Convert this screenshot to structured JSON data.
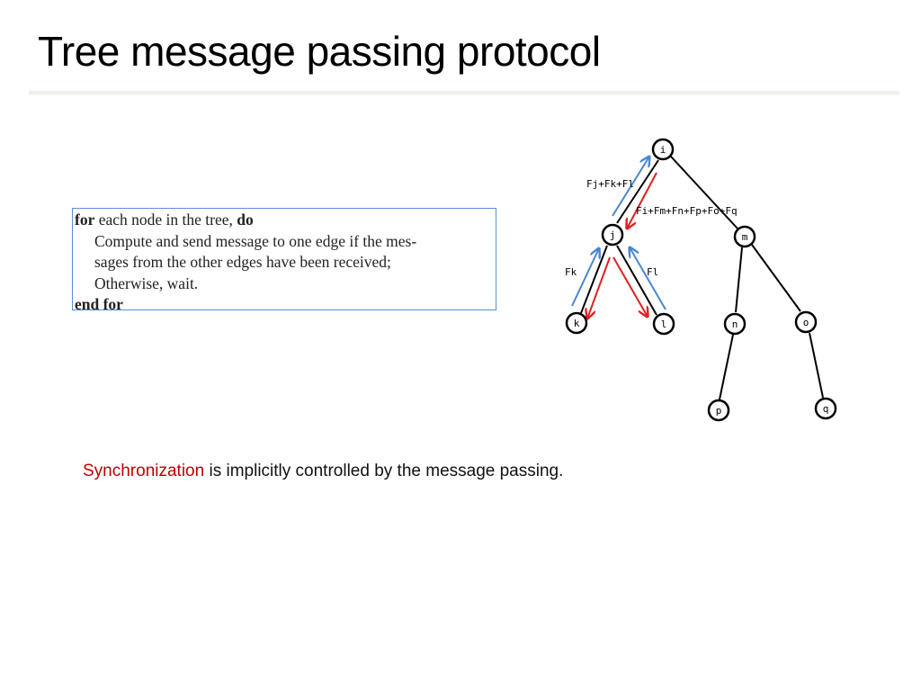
{
  "slide": {
    "title": "Tree message passing protocol"
  },
  "algorithm": {
    "kw_for": "for",
    "line1_text": " each node in the tree, ",
    "kw_do": "do",
    "line2": "Compute and send message to one edge if the mes-",
    "line3": "sages from the other edges have been received;",
    "line4": "Otherwise, wait.",
    "kw_end_for": "end for"
  },
  "tree": {
    "nodes": [
      "i",
      "j",
      "m",
      "k",
      "l",
      "n",
      "o",
      "p",
      "q"
    ],
    "labels": {
      "up_i": "Fj+Fk+Fl",
      "down_j": "Fi+Fm+Fn+Fp+Fo+Fq",
      "up_k": "Fk",
      "up_l": "Fl"
    },
    "colors": {
      "edge": "#000000",
      "upward_message": "#4a86d0",
      "downward_message": "#e02020"
    }
  },
  "caption": {
    "highlight": "Synchronization",
    "rest": " is implicitly controlled by the message passing."
  }
}
